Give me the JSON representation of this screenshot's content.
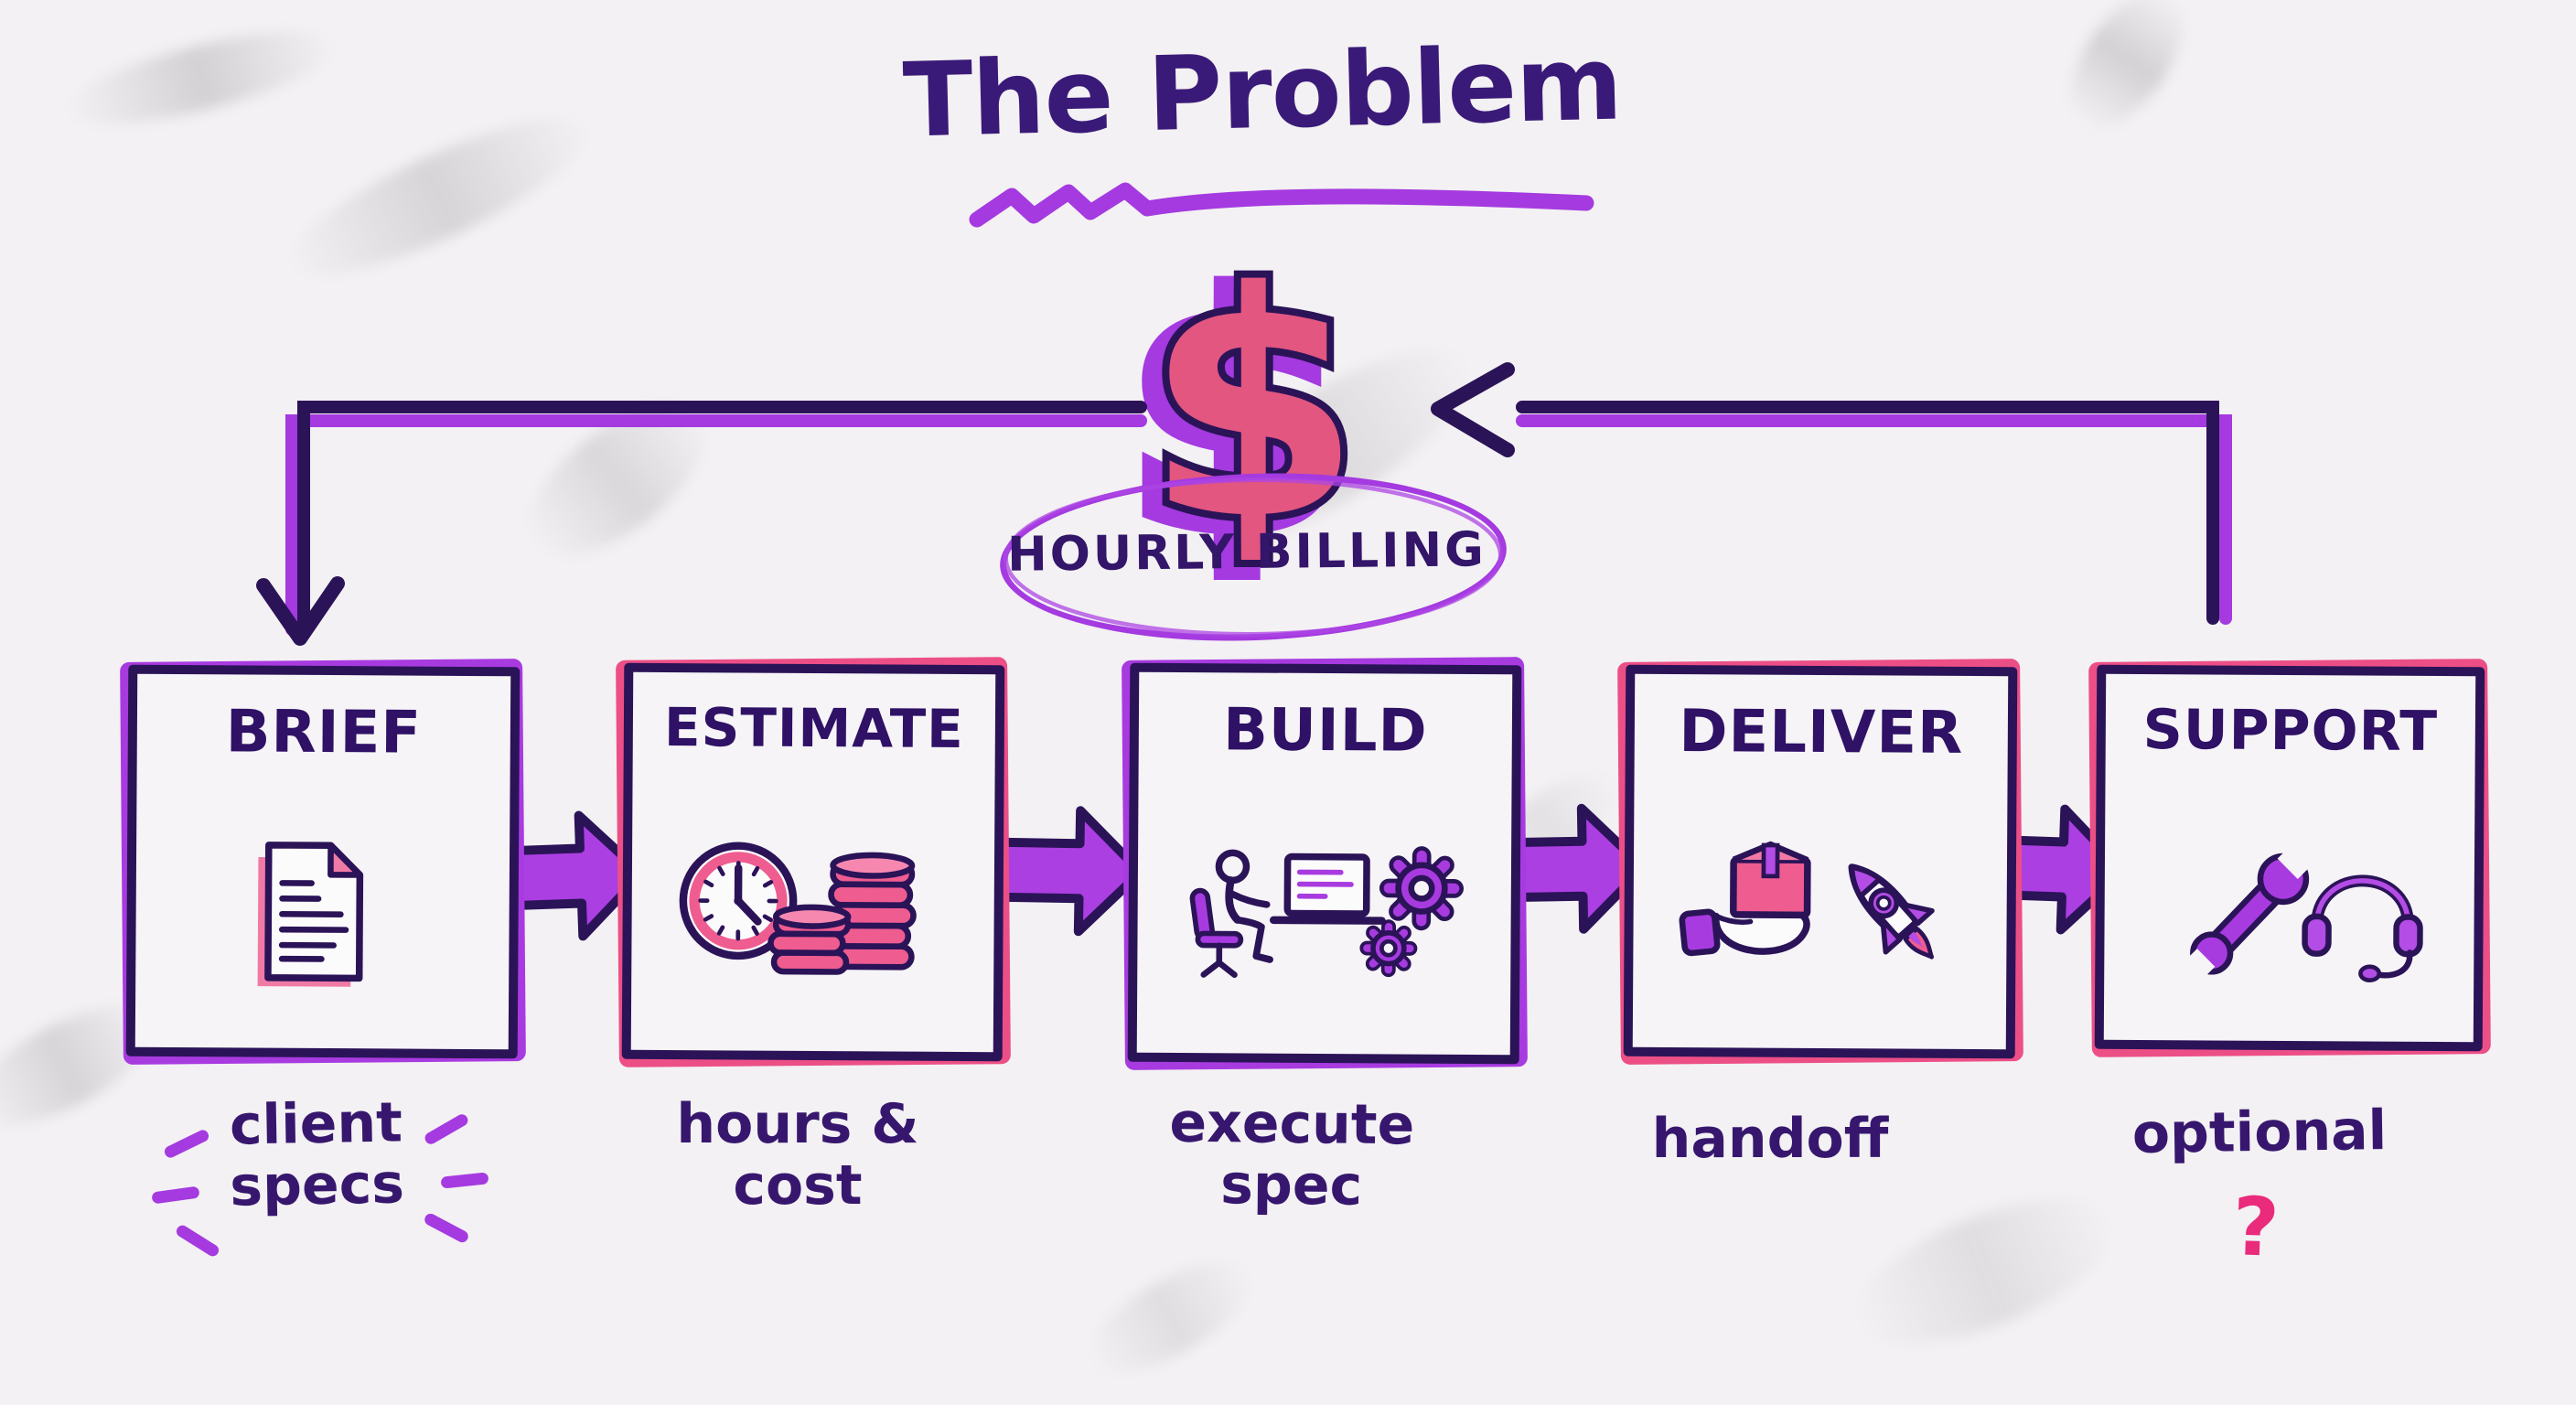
{
  "title": "The Problem",
  "hub": {
    "currency_symbol": "$",
    "label": "HOURLY BILLING"
  },
  "steps": [
    {
      "label": "BRIEF",
      "caption": "client\nspecs",
      "icons": [
        "document-icon"
      ]
    },
    {
      "label": "ESTIMATE",
      "caption": "hours &\ncost",
      "icons": [
        "clock-icon",
        "coin-stacks-icon"
      ]
    },
    {
      "label": "BUILD",
      "caption": "execute\nspec",
      "icons": [
        "developer-at-computer-icon",
        "gears-icon"
      ]
    },
    {
      "label": "DELIVER",
      "caption": "handoff",
      "icons": [
        "hand-holding-package-icon",
        "rocket-icon"
      ]
    },
    {
      "label": "SUPPORT",
      "caption": "optional",
      "caption_mark": "?",
      "icons": [
        "wrench-icon",
        "headset-icon"
      ]
    }
  ],
  "colors": {
    "ink_dark": "#2b1358",
    "title_ink": "#3a1a78",
    "marker_purple": "#a43ae0",
    "marker_pink": "#ec4f86",
    "dollar_fill": "#e25680",
    "question_mark_pink": "#ea2a7b",
    "board_background": "#f3f1f3"
  }
}
